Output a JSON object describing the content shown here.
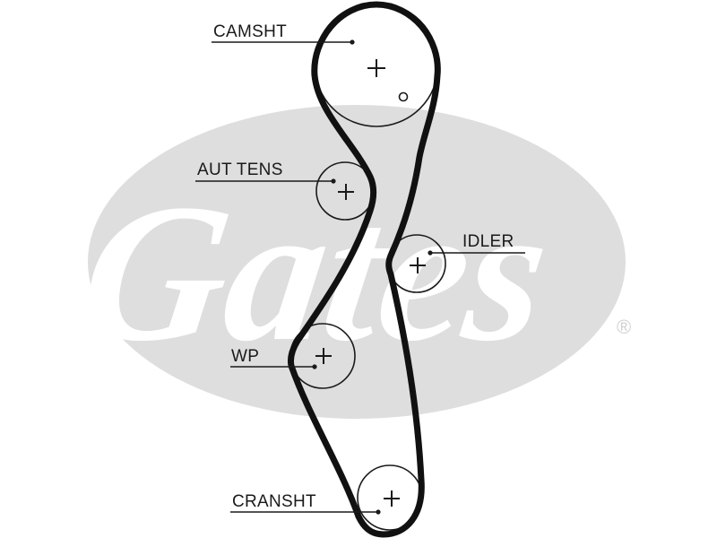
{
  "watermark": {
    "brand": "Gates",
    "registered_mark": "®",
    "colors": {
      "ellipse": "#dedede",
      "text": "#ffffff",
      "mark": "#cfcfcf"
    }
  },
  "colors": {
    "belt": "#111111",
    "pulley": "#1a1a1a",
    "leader": "#1a1a1a",
    "label": "#1a1a1a"
  },
  "labels": {
    "camshaft": "CAMSHT",
    "tensioner": "AUT TENS",
    "idler": "IDLER",
    "water_pump": "WP",
    "crankshaft": "CRANSHT"
  }
}
